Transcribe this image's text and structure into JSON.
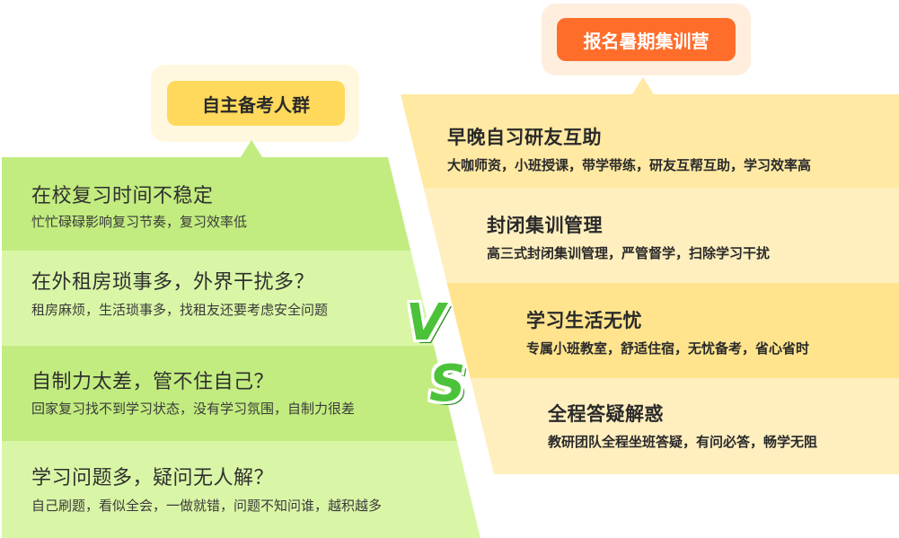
{
  "left_tag": "自主备考人群",
  "right_tag": "报名暑期集训营",
  "vs": {
    "v": "V",
    "s": "S"
  },
  "left_items": [
    {
      "title": "在校复习时间不稳定",
      "desc": "忙忙碌碌影响复习节奏，复习效率低"
    },
    {
      "title": "在外租房琐事多，外界干扰多？",
      "desc": "租房麻烦，生活琐事多，找租友还要考虑安全问题"
    },
    {
      "title": "自制力太差，管不住自己？",
      "desc": "回家复习找不到学习状态，没有学习氛围，自制力很差"
    },
    {
      "title": "学习问题多，疑问无人解？",
      "desc": "自己刷题，看似全会，一做就错，问题不知问谁，越积越多"
    }
  ],
  "right_items": [
    {
      "title": "早晚自习研友互助",
      "desc": "大咖师资，小班授课，带学带练，研友互帮互助，学习效率高"
    },
    {
      "title": "封闭集训管理",
      "desc": "高三式封闭集训管理，严管督学，扫除学习干扰"
    },
    {
      "title": "学习生活无忧",
      "desc": "专属小班教室，舒适住宿，无忧备考，省心省时"
    },
    {
      "title": "全程答疑解惑",
      "desc": "教研团队全程坐班答疑，有问必答，畅学无阻"
    }
  ],
  "colors": {
    "left_green_dark": "#c2ec7f",
    "left_green_light": "#d9f6a6",
    "right_yellow": "#ffe9a3",
    "tag_yellow": "#ffd95c",
    "tag_orange": "#ff6d2a",
    "vs_green": "#4cc23a"
  }
}
